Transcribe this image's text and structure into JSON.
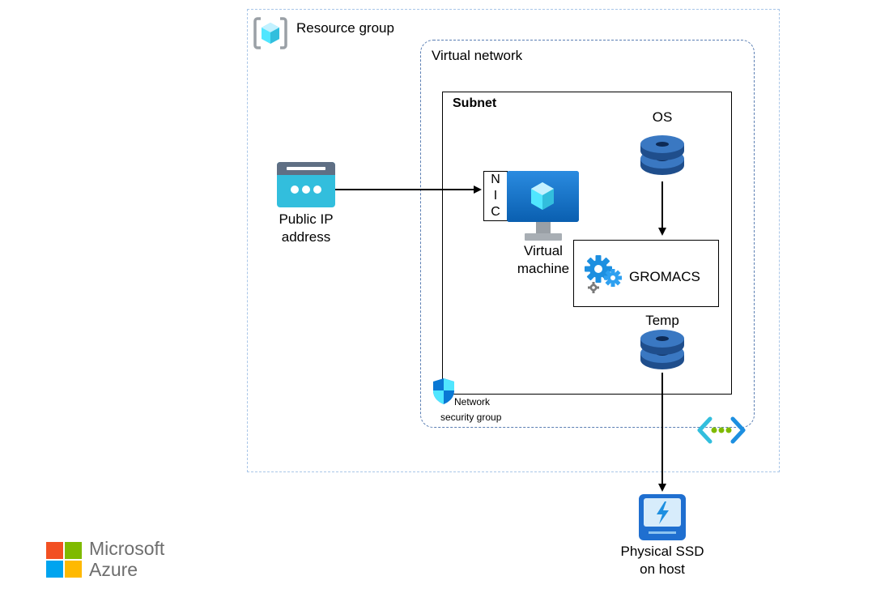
{
  "resource_group": {
    "label": "Resource group"
  },
  "virtual_network": {
    "label": "Virtual network"
  },
  "subnet": {
    "label": "Subnet"
  },
  "public_ip": {
    "line1": "Public IP",
    "line2": "address"
  },
  "nic": {
    "letters": [
      "N",
      "I",
      "C"
    ]
  },
  "virtual_machine": {
    "line1": "Virtual",
    "line2": "machine"
  },
  "os_disk": {
    "label": "OS"
  },
  "gromacs": {
    "label": "GROMACS"
  },
  "temp_disk": {
    "label": "Temp"
  },
  "nsg": {
    "line1": "Network",
    "line2": "security group"
  },
  "physical_ssd": {
    "line1": "Physical SSD",
    "line2": "on host"
  },
  "brand": {
    "line1": "Microsoft",
    "line2": "Azure"
  },
  "colors": {
    "azure_blue": "#0078d4",
    "cyan": "#50e6ff",
    "disk_dark": "#1f4e8c",
    "green": "#7fba00"
  }
}
